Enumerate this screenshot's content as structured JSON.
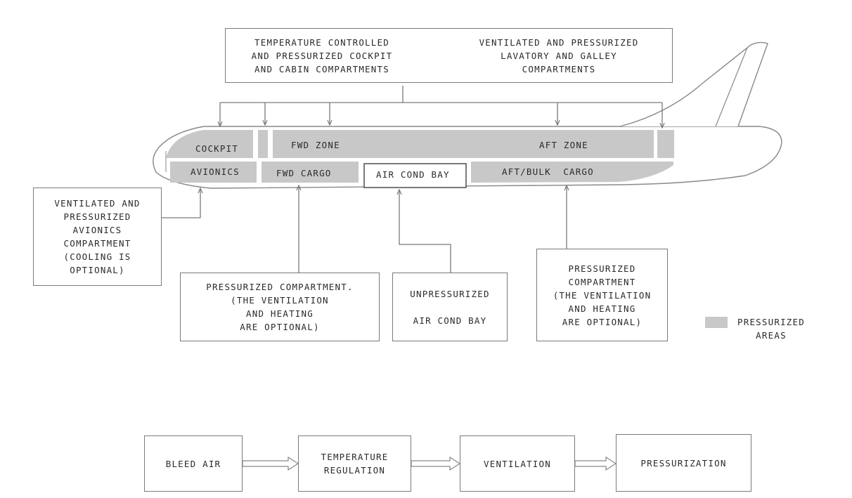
{
  "callouts": {
    "cockpit_cabin": "TEMPERATURE CONTROLLED\nAND PRESSURIZED COCKPIT\nAND CABIN COMPARTMENTS",
    "lavatory_galley": "VENTILATED AND PRESSURIZED\nLAVATORY AND GALLEY\nCOMPARTMENTS",
    "avionics": "VENTILATED AND\nPRESSURIZED\nAVIONICS\nCOMPARTMENT\n(COOLING IS\nOPTIONAL)",
    "fwd_cargo": "PRESSURIZED COMPARTMENT.\n(THE VENTILATION\nAND HEATING\nARE OPTIONAL)",
    "air_cond_bay": "UNPRESSURIZED\n\nAIR COND BAY",
    "aft_cargo": "PRESSURIZED\nCOMPARTMENT\n(THE VENTILATION\nAND HEATING\nARE OPTIONAL)"
  },
  "zones": {
    "cockpit": "COCKPIT",
    "fwd_zone": "FWD ZONE",
    "aft_zone": "AFT ZONE",
    "avionics": "AVIONICS",
    "fwd_cargo": "FWD CARGO",
    "air_cond_bay": "AIR COND BAY",
    "aft_bulk_cargo": "AFT/BULK  CARGO"
  },
  "legend": {
    "label": "PRESSURIZED\nAREAS",
    "swatch_color": "#c8c8c8"
  },
  "flow": [
    "BLEED AIR",
    "TEMPERATURE\nREGULATION",
    "VENTILATION",
    "PRESSURIZATION"
  ],
  "colors": {
    "pressurized_fill": "#c8c8c8",
    "line": "#7a7a7a"
  }
}
